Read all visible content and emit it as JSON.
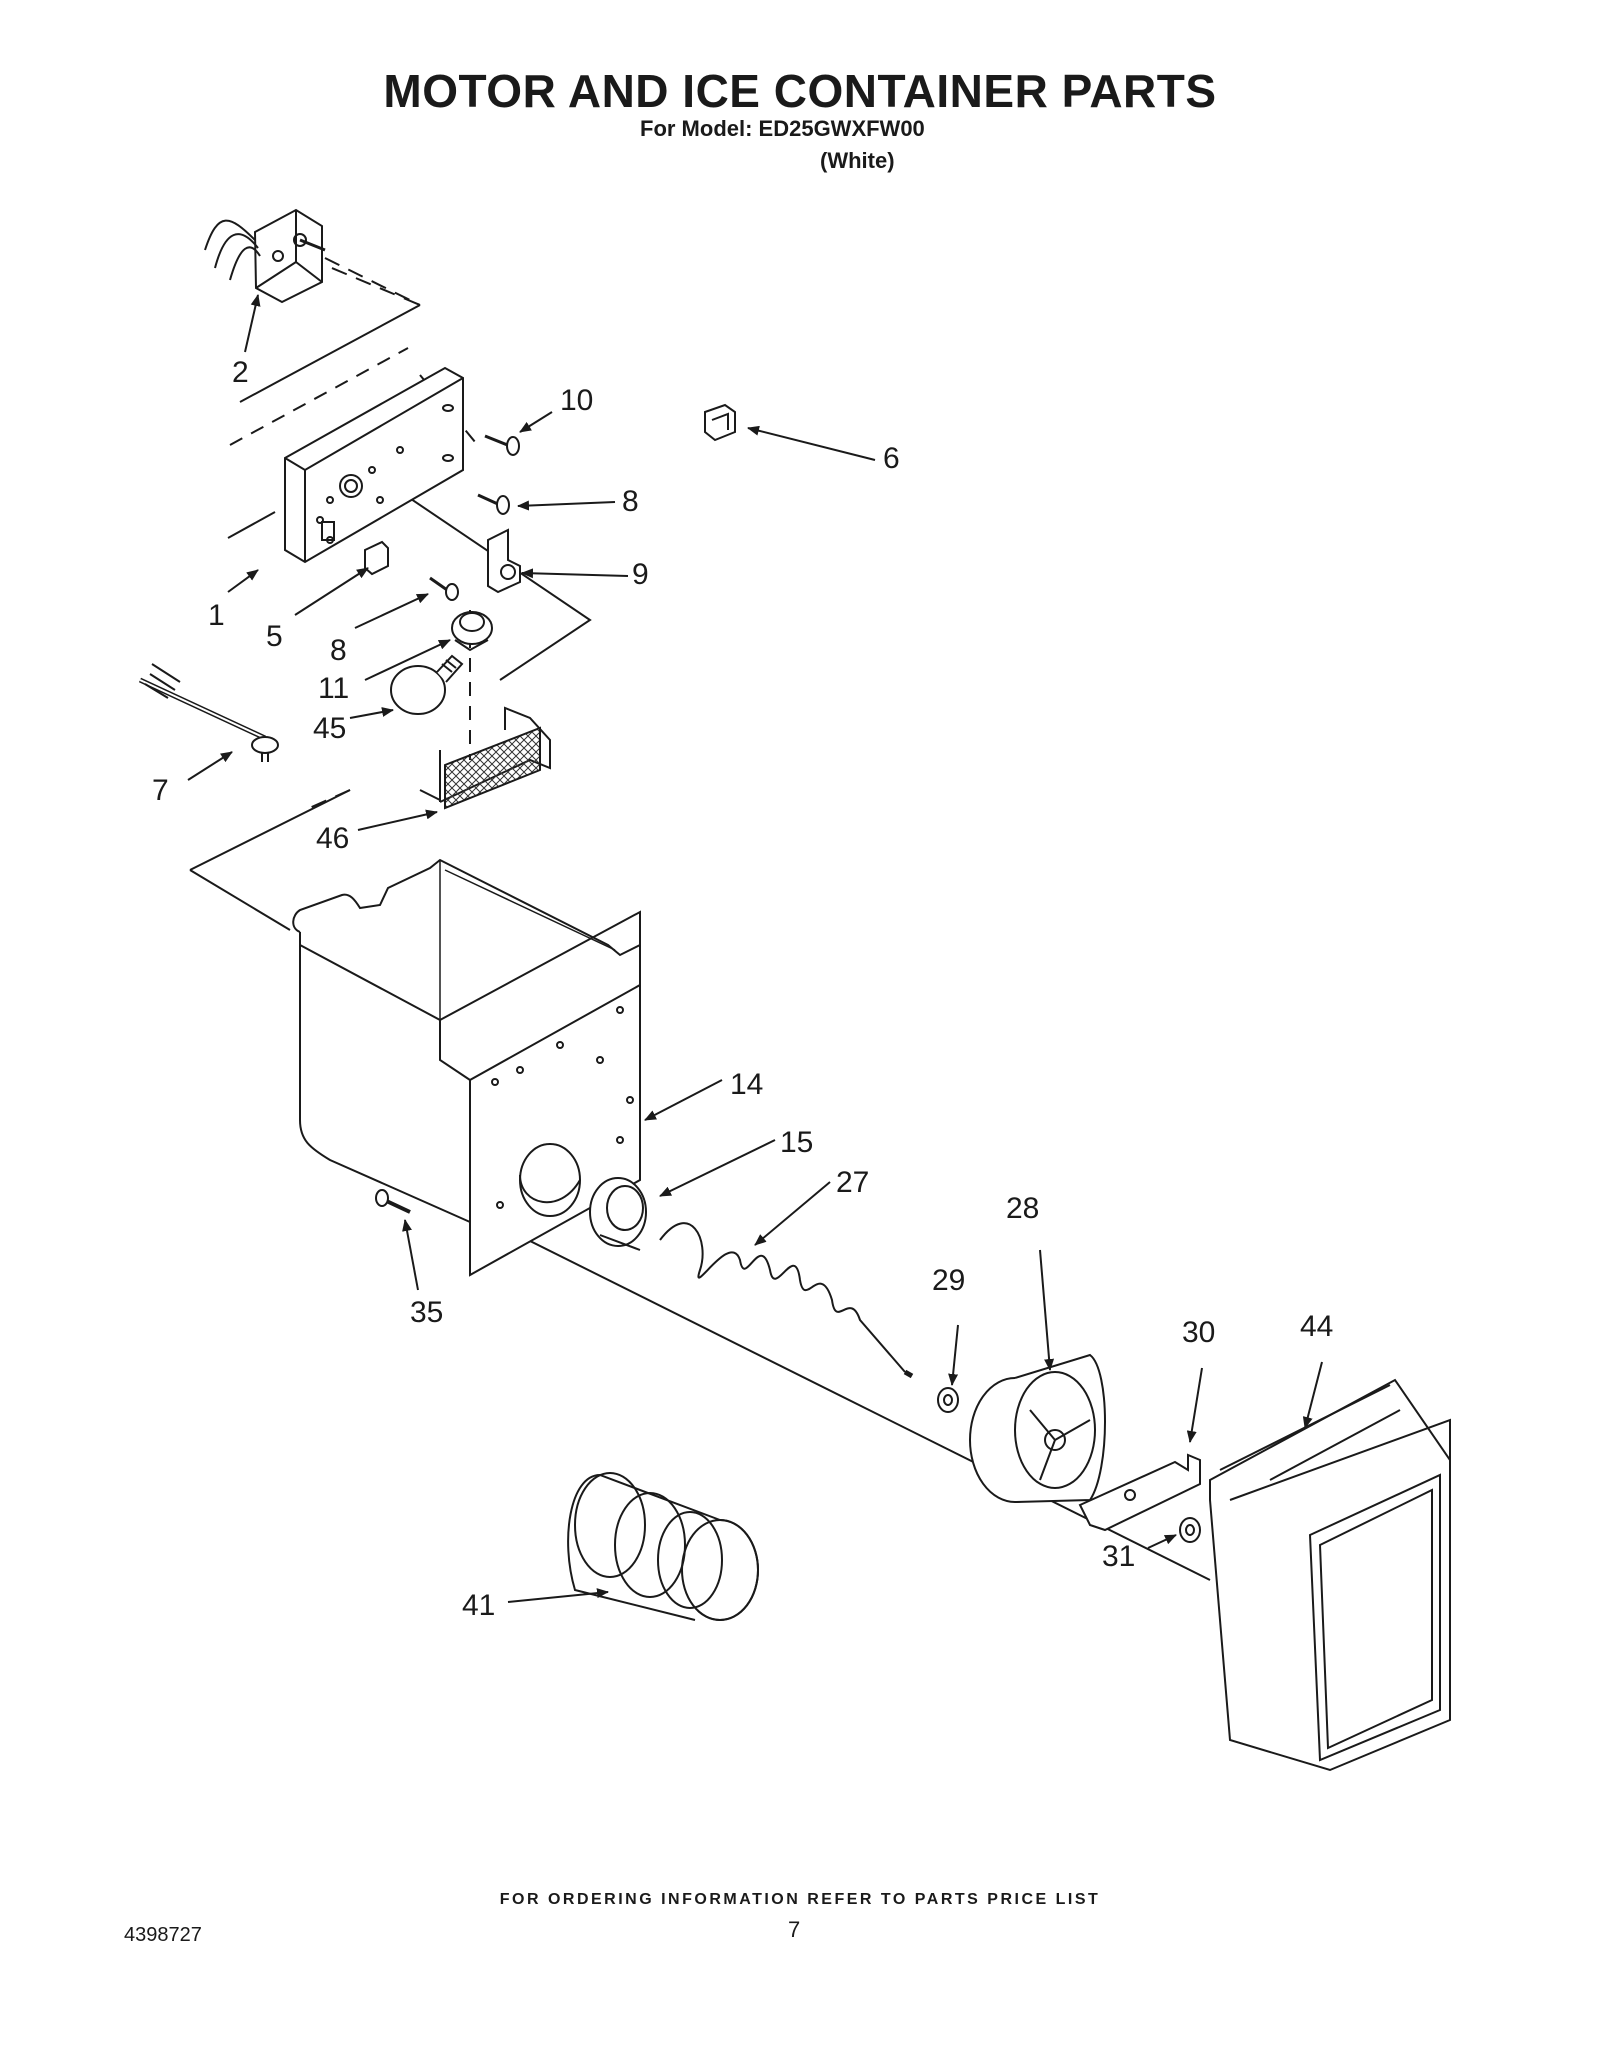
{
  "header": {
    "title": "MOTOR AND ICE CONTAINER PARTS",
    "model_line": "For Model: ED25GWXFW00",
    "color": "(White)"
  },
  "callouts": [
    "2",
    "10",
    "6",
    "8",
    "9",
    "1",
    "5",
    "8",
    "11",
    "45",
    "7",
    "46",
    "14",
    "15",
    "27",
    "28",
    "29",
    "30",
    "44",
    "35",
    "31",
    "41"
  ],
  "footer": {
    "note": "FOR ORDERING INFORMATION REFER TO PARTS PRICE LIST",
    "doc_number": "4398727",
    "page_number": "7"
  }
}
